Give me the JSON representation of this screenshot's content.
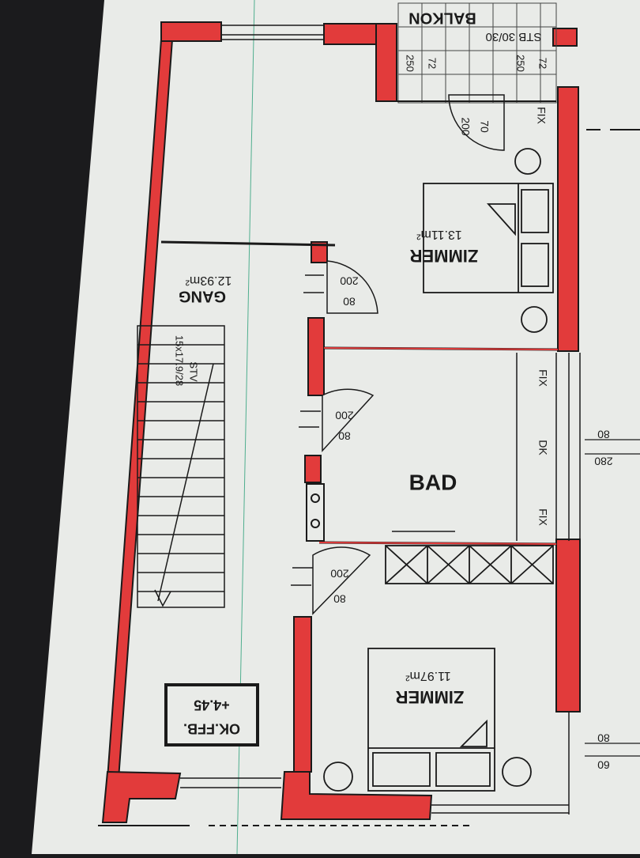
{
  "colors": {
    "wall": "#e23b3b",
    "line": "#1a1a1a",
    "paper": "#e9ebe8",
    "background": "#1b1b1d"
  },
  "rooms": {
    "balkon": {
      "name": "BALKON",
      "stb": "STB 30/30"
    },
    "zimmer_top": {
      "name": "ZIMMER",
      "area": "13.11m²"
    },
    "gang": {
      "name": "GANG",
      "area": "12.93m²"
    },
    "stair": {
      "label": "STV",
      "steps": "15x17.9/28"
    },
    "bad": {
      "name": "BAD"
    },
    "zimmer_bottom": {
      "name": "ZIMMER",
      "area": "11.97m²"
    }
  },
  "level": {
    "label": "OK.FFB.",
    "value": "+4.45"
  },
  "doors": [
    {
      "width": "80",
      "height": "200"
    },
    {
      "width": "80",
      "height": "200"
    },
    {
      "width": "80",
      "height": "200"
    },
    {
      "width": "70",
      "height": "200"
    }
  ],
  "windows": {
    "fix_top": "FIX",
    "bad_fix_1": "FIX",
    "bad_dk": "DK",
    "bad_fix_2": "FIX"
  },
  "dimensions": {
    "balkon_72a": "72",
    "balkon_250a": "250",
    "balkon_72b": "72",
    "balkon_250b": "250",
    "right_80a": "80",
    "right_280": "280",
    "right_80b": "80",
    "right_60": "60"
  }
}
